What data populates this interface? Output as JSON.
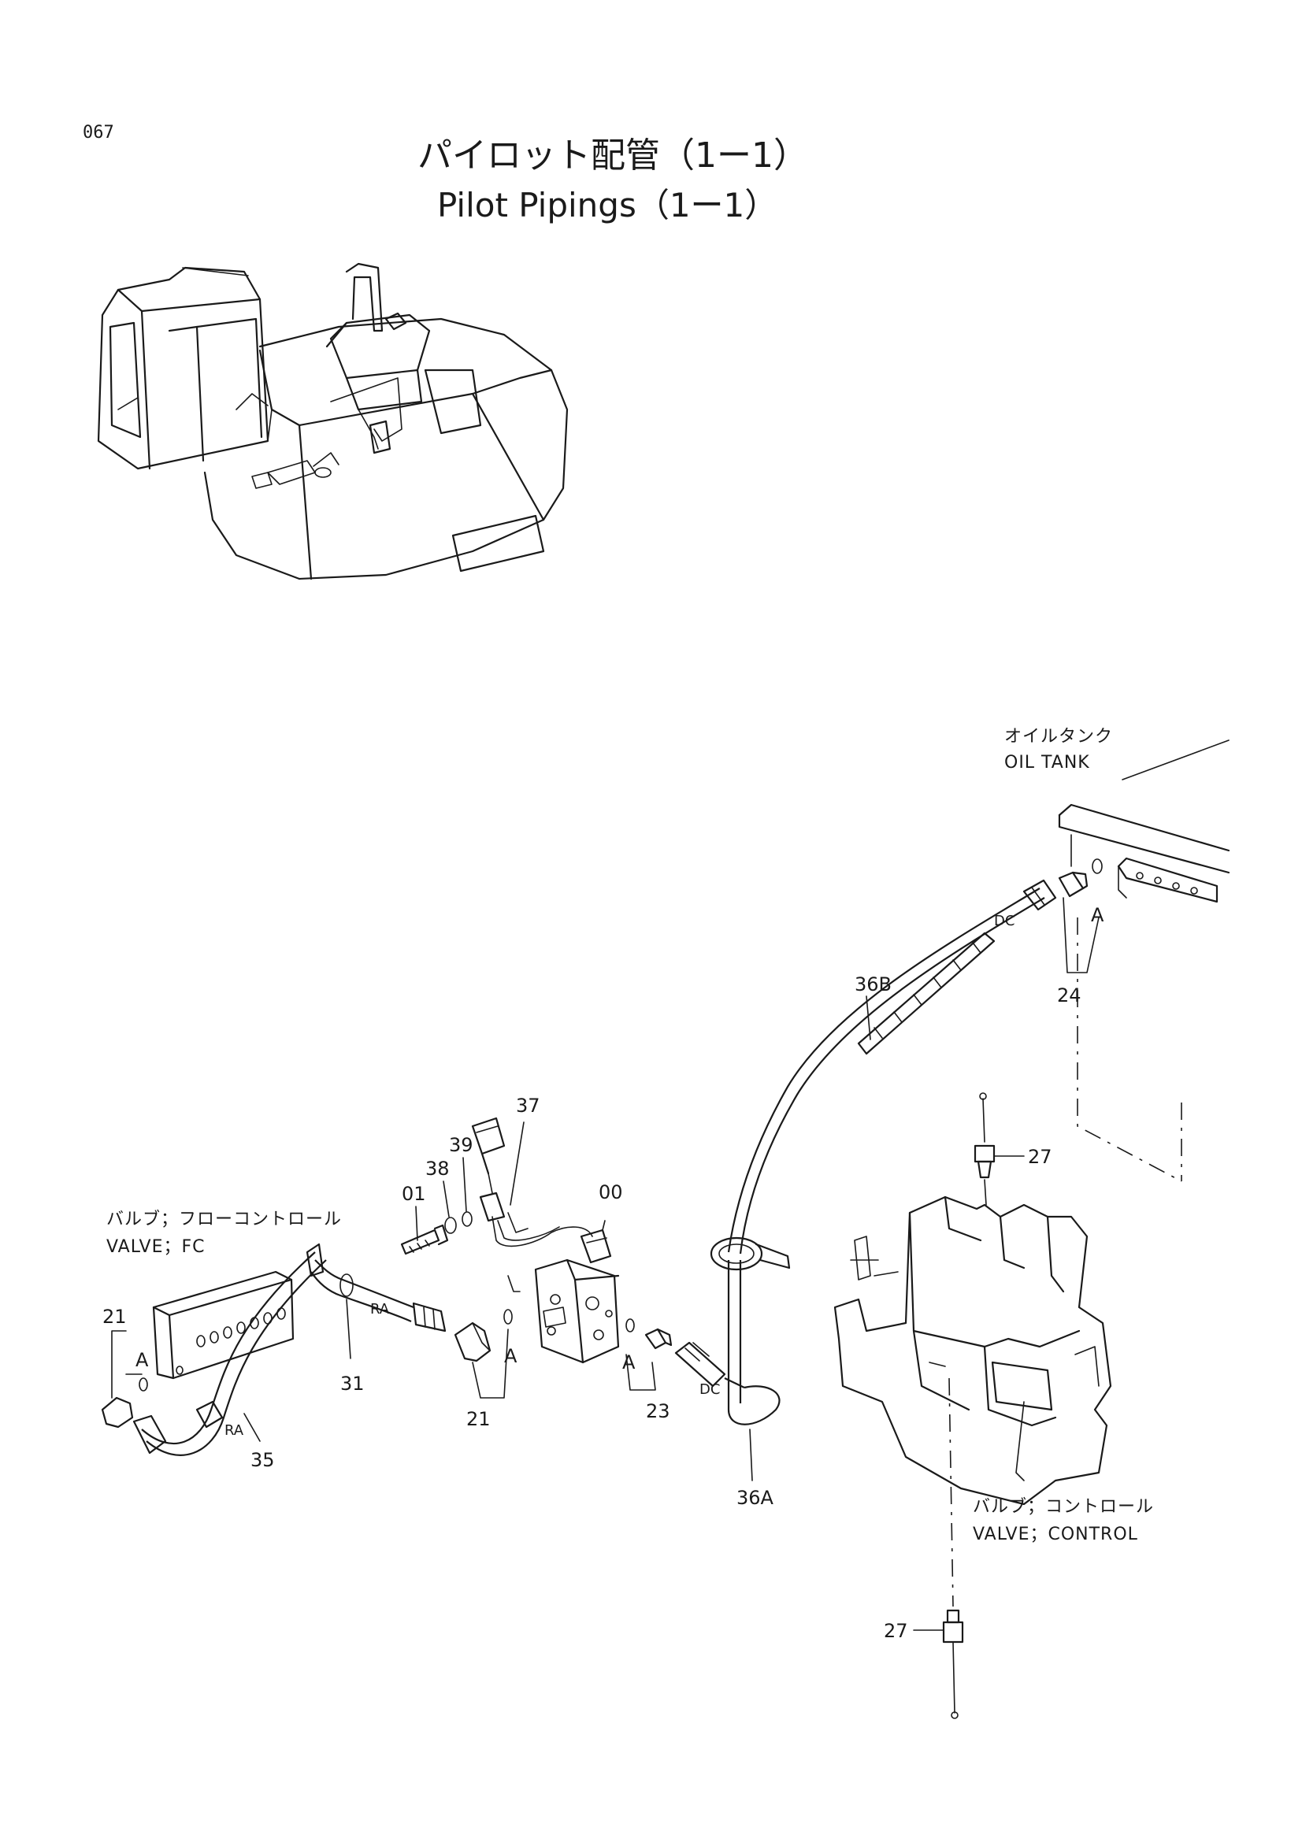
{
  "page": {
    "code": "067",
    "title_jp": "パイロット配管（1ー1）",
    "title_en": "Pilot Pipings（1ー1）"
  },
  "labels": {
    "oil_tank_jp": "オイルタンク",
    "oil_tank_en": "OIL TANK",
    "valve_fc_jp": "バルブ；フローコントロール",
    "valve_fc_en": "VALVE；FC",
    "valve_control_jp": "バルブ；コントロール",
    "valve_control_en": "VALVE；CONTROL"
  },
  "part_numbers": {
    "p00": "00",
    "p01": "01",
    "p21_left": "21",
    "p21_center": "21",
    "p23": "23",
    "p24": "24",
    "p27_top": "27",
    "p27_bottom": "27",
    "p31": "31",
    "p35": "35",
    "p36a": "36A",
    "p36b": "36B",
    "p37": "37",
    "p38": "38",
    "p39": "39"
  },
  "connection_marks": {
    "a_left": "A",
    "a_center": "A",
    "a_23": "A",
    "a_tank": "A",
    "ra_31": "RA",
    "ra_35": "RA",
    "dc_tank": "DC",
    "dc_valve": "DC"
  }
}
